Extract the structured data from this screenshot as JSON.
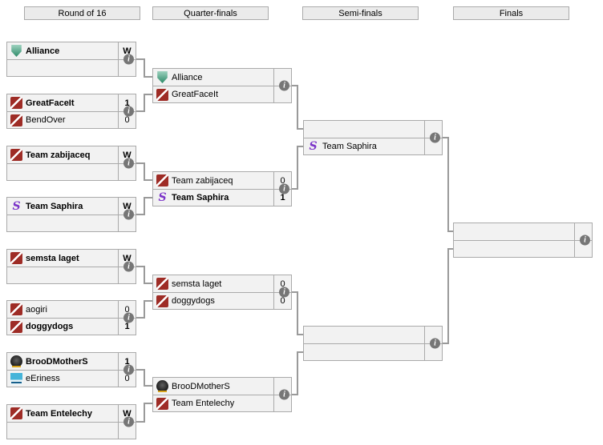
{
  "icons": {
    "match_info_glyph": "i"
  },
  "colors": {
    "row_bg": "#f2f2f2",
    "border": "#aaaaaa",
    "connector": "#9a9a9a",
    "info_badge_bg": "#767676",
    "dota2_red": "#9e2c26",
    "alliance_green": "#2c8a68",
    "saphira_purple": "#7c35c9",
    "eeriness_blue": "#45b4d9"
  },
  "rounds": {
    "r16_label": "Round of 16",
    "qf_label": "Quarter-finals",
    "sf_label": "Semi-finals",
    "finals_label": "Finals"
  },
  "r16": [
    {
      "top": {
        "name": "Alliance",
        "score": "W",
        "logo": "alliance",
        "win": true
      },
      "bottom": {
        "name": "",
        "score": "",
        "logo": "none",
        "win": false
      }
    },
    {
      "top": {
        "name": "GreatFaceIt",
        "score": "1",
        "logo": "dota2",
        "win": true
      },
      "bottom": {
        "name": "BendOver",
        "score": "0",
        "logo": "dota2",
        "win": false
      }
    },
    {
      "top": {
        "name": "Team zabijaceq",
        "score": "W",
        "logo": "dota2",
        "win": true
      },
      "bottom": {
        "name": "",
        "score": "",
        "logo": "none",
        "win": false
      }
    },
    {
      "top": {
        "name": "Team Saphira",
        "score": "W",
        "logo": "saphira",
        "win": true
      },
      "bottom": {
        "name": "",
        "score": "",
        "logo": "none",
        "win": false
      }
    },
    {
      "top": {
        "name": "semsta laget",
        "score": "W",
        "logo": "dota2",
        "win": true
      },
      "bottom": {
        "name": "",
        "score": "",
        "logo": "none",
        "win": false
      }
    },
    {
      "top": {
        "name": "aogiri",
        "score": "0",
        "logo": "dota2",
        "win": false
      },
      "bottom": {
        "name": "doggydogs",
        "score": "1",
        "logo": "dota2",
        "win": true
      }
    },
    {
      "top": {
        "name": "BrooDMotherS",
        "score": "1",
        "logo": "broodmothers",
        "win": true
      },
      "bottom": {
        "name": "eEriness",
        "score": "0",
        "logo": "eeriness",
        "win": false
      }
    },
    {
      "top": {
        "name": "Team Entelechy",
        "score": "W",
        "logo": "dota2",
        "win": true
      },
      "bottom": {
        "name": "",
        "score": "",
        "logo": "none",
        "win": false
      }
    }
  ],
  "qf": [
    {
      "top": {
        "name": "Alliance",
        "score": "",
        "logo": "alliance",
        "win": false
      },
      "bottom": {
        "name": "GreatFaceIt",
        "score": "",
        "logo": "dota2",
        "win": false
      }
    },
    {
      "top": {
        "name": "Team zabijaceq",
        "score": "0",
        "logo": "dota2",
        "win": false
      },
      "bottom": {
        "name": "Team Saphira",
        "score": "1",
        "logo": "saphira",
        "win": true
      }
    },
    {
      "top": {
        "name": "semsta laget",
        "score": "0",
        "logo": "dota2",
        "win": false
      },
      "bottom": {
        "name": "doggydogs",
        "score": "0",
        "logo": "dota2",
        "win": false
      }
    },
    {
      "top": {
        "name": "BrooDMotherS",
        "score": "",
        "logo": "broodmothers",
        "win": false
      },
      "bottom": {
        "name": "Team Entelechy",
        "score": "",
        "logo": "dota2",
        "win": false
      }
    }
  ],
  "sf": [
    {
      "top": {
        "name": "",
        "score": "",
        "logo": "none",
        "win": false
      },
      "bottom": {
        "name": "Team Saphira",
        "score": "",
        "logo": "saphira",
        "win": false
      }
    },
    {
      "top": {
        "name": "",
        "score": "",
        "logo": "none",
        "win": false
      },
      "bottom": {
        "name": "",
        "score": "",
        "logo": "none",
        "win": false
      }
    }
  ],
  "finals": [
    {
      "top": {
        "name": "",
        "score": "",
        "logo": "none",
        "win": false
      },
      "bottom": {
        "name": "",
        "score": "",
        "logo": "none",
        "win": false
      }
    }
  ]
}
